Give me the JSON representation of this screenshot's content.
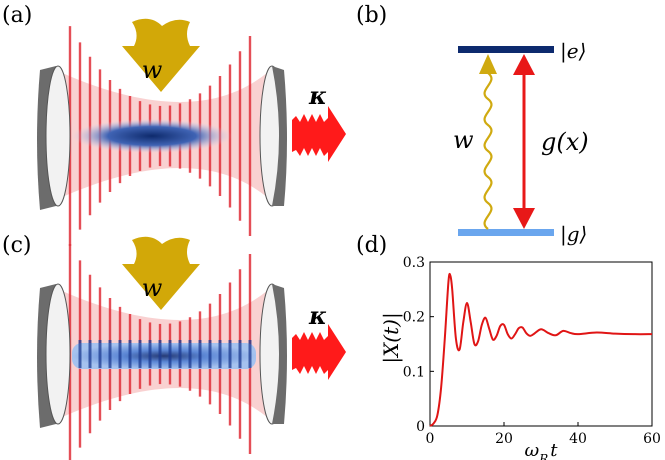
{
  "panels": {
    "a": {
      "label": "(a)",
      "pump_label": "w",
      "loss_label": "κ"
    },
    "b": {
      "label": "(b)",
      "excited_state": "|e⟩",
      "ground_state": "|g⟩",
      "pump_label": "w",
      "coupling_label": "g(x)"
    },
    "c": {
      "label": "(c)",
      "pump_label": "w",
      "loss_label": "κ"
    },
    "d": {
      "label": "(d)"
    }
  },
  "colors": {
    "mirror": "#666666",
    "pump_arrow": "#d2a808",
    "loss_arrow": "#ff1a1a",
    "excited_level": "#0d2a6e",
    "ground_level": "#6aa6ee",
    "coupling_arrow": "#e81818",
    "wavy_line": "#d0aa10",
    "cavity_field": "#f6b8b8",
    "atom_cloud_a": "#15327a",
    "atom_cloud_c": "#5b8fe3",
    "curve": "#e01515"
  },
  "chart_data": {
    "type": "line",
    "title": "",
    "xlabel": "ω_R t",
    "ylabel": "|X(t)|",
    "xlim": [
      0,
      60
    ],
    "ylim": [
      0,
      0.3
    ],
    "xticks": [
      "0",
      "20",
      "40",
      "60"
    ],
    "yticks": [
      "0",
      "0.1",
      "0.2",
      "0.3"
    ],
    "grid": false,
    "series": [
      {
        "x": [
          0,
          1,
          2,
          3,
          4,
          5,
          5.5,
          6,
          7,
          8,
          9,
          10,
          11,
          12,
          13,
          14,
          15,
          16,
          17,
          18,
          19,
          20,
          21,
          22,
          23,
          24,
          25,
          26,
          27,
          28,
          30,
          32,
          34,
          36,
          38,
          40,
          45,
          50,
          55,
          60
        ],
        "y": [
          0,
          0.005,
          0.02,
          0.07,
          0.16,
          0.265,
          0.275,
          0.25,
          0.16,
          0.14,
          0.19,
          0.225,
          0.19,
          0.15,
          0.155,
          0.185,
          0.198,
          0.178,
          0.158,
          0.165,
          0.183,
          0.185,
          0.168,
          0.16,
          0.168,
          0.179,
          0.18,
          0.17,
          0.165,
          0.168,
          0.177,
          0.17,
          0.166,
          0.174,
          0.17,
          0.168,
          0.171,
          0.169,
          0.168,
          0.168
        ]
      }
    ]
  }
}
